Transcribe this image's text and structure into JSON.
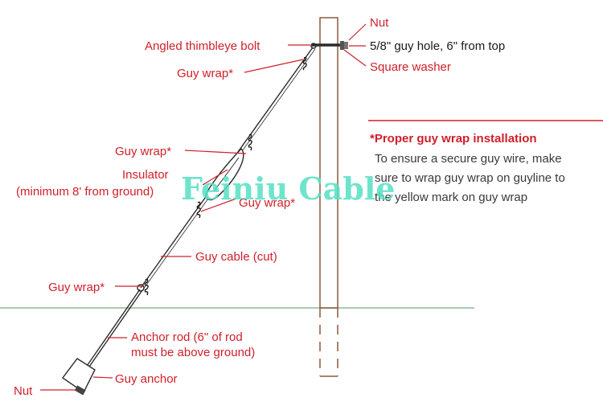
{
  "labels": {
    "nut_top": "Nut",
    "guy_hole": "5/8\" guy hole, 6\" from top",
    "square_washer": "Square washer",
    "thimbleye_bolt": "Angled thimbleye bolt",
    "guy_wrap_1": "Guy wrap*",
    "guy_wrap_2": "Guy wrap*",
    "insulator_1": "Insulator",
    "insulator_2": "(minimum 8' from ground)",
    "guy_wrap_3": "Guy wrap*",
    "guy_cable": "Guy cable (cut)",
    "guy_wrap_4": "Guy wrap*",
    "anchor_rod_1": "Anchor rod  (6\" of rod",
    "anchor_rod_2": "must be above ground)",
    "guy_anchor": "Guy anchor",
    "nut_bottom": "Nut"
  },
  "note": {
    "title": "*Proper guy wrap installation",
    "lines": [
      "To ensure a secure guy wire, make",
      "sure to wrap guy wrap on guyline to",
      "the yellow mark on guy wrap"
    ]
  },
  "watermark": "Feiniu Cable",
  "colors": {
    "label_red": "#d0202a",
    "pole_brown": "#8b5a3c",
    "ground_green": "#8fb89a",
    "wire_dark": "#2b2b2b",
    "watermark_teal": "#57e0c4"
  }
}
